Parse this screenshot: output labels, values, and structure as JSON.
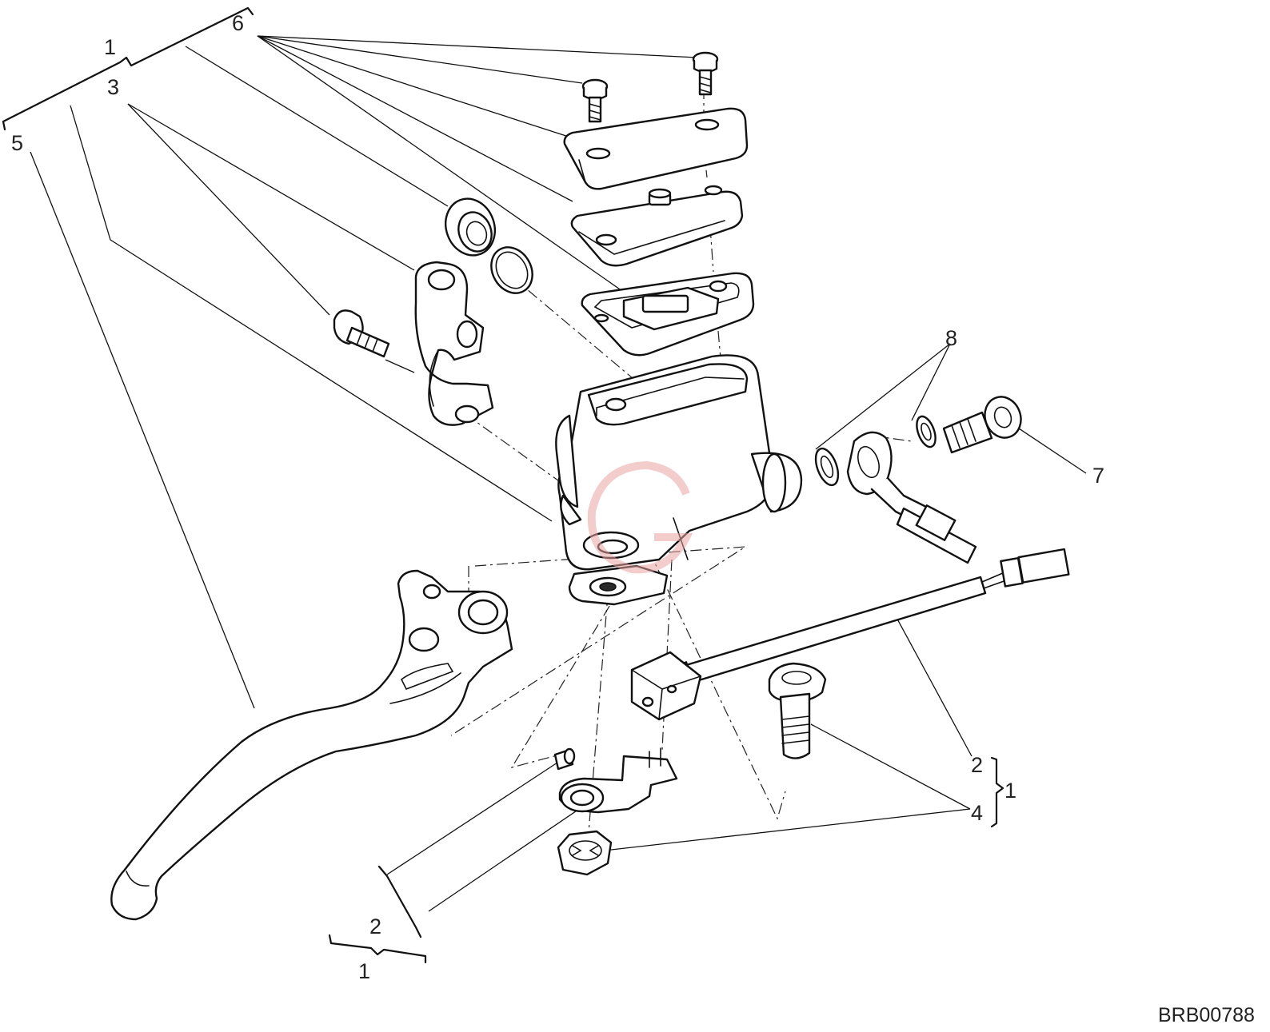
{
  "diagram_code": "BRB00788",
  "callouts": {
    "c1_top": "1",
    "c6": "6",
    "c3": "3",
    "c5": "5",
    "c8": "8",
    "c7": "7",
    "c2_right": "2",
    "c1_right": "1",
    "c4_right": "4",
    "c2_bottom": "2",
    "c1_bottom": "1"
  },
  "colors": {
    "line": "#111111",
    "watermark": "#e9a3a3"
  },
  "watermark_icon": "g-logo-watermark"
}
